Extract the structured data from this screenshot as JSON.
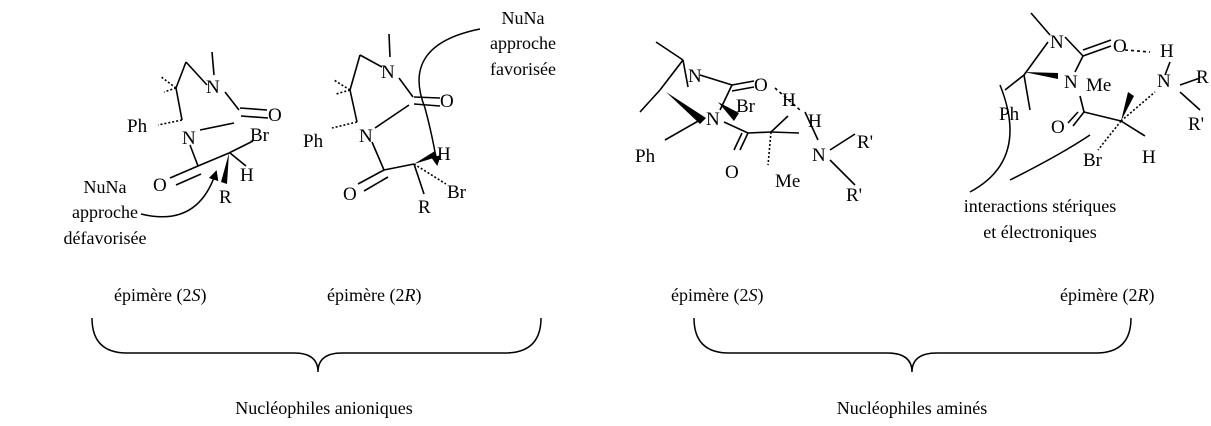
{
  "atoms": {
    "n": "N",
    "o": "O",
    "ph": "Ph",
    "br": "Br",
    "h": "H",
    "r": "R",
    "r_prime": "R'",
    "me": "Me"
  },
  "labels": {
    "nuna": "NuNa",
    "approche": "approche",
    "defavorisee": "défavorisée",
    "favorisee": "favorisée",
    "interactions_line1": "interactions stériques",
    "interactions_line2": "et électroniques"
  },
  "epimers": {
    "prefix": "épimère (2",
    "s": "S",
    "r": "R",
    "suffix": ")"
  },
  "groups": {
    "anionic": "Nucléophiles anioniques",
    "amine": "Nucléophiles aminés"
  }
}
